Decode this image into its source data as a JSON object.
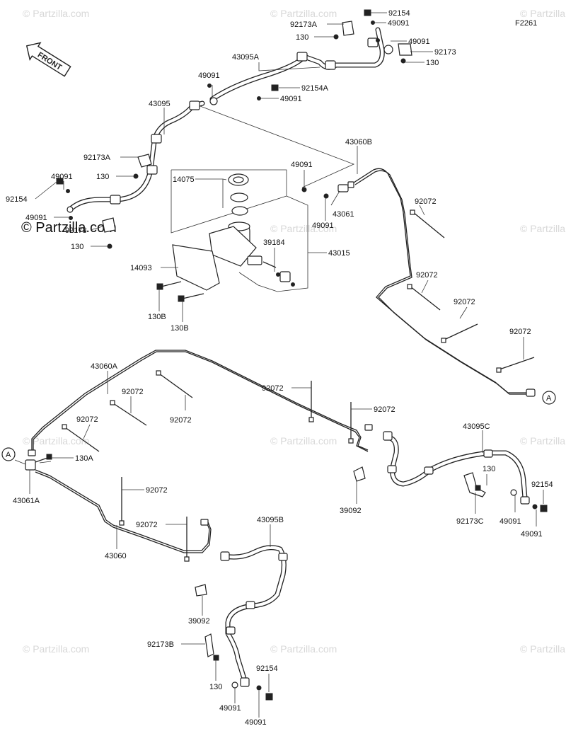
{
  "figure_code": "F2261",
  "front_label": "FRONT",
  "watermark": "© Partzilla.com",
  "watermark_short": "© Partzilla.com",
  "callout_a": "A",
  "labels": {
    "p92154_top": "92154",
    "p92173A_top": "92173A",
    "p130_top_left": "130",
    "p49091_top_right": "49091",
    "p49091_top_right2": "49091",
    "p92173_top_right": "92173",
    "p130_top_right": "130",
    "p43095A": "43095A",
    "p49091_mid": "49091",
    "p92154A": "92154A",
    "p49091_mid2": "49091",
    "p43095": "43095",
    "p92173A_left": "92173A",
    "p130_left": "130",
    "p49091_left": "49091",
    "p92154_left": "92154",
    "p49091_left2": "49091",
    "p92173_left": "92173",
    "p130_left2": "130",
    "p14075": "14075",
    "p49091_center": "49091",
    "p43060B": "43060B",
    "p43061": "43061",
    "p49091_center2": "49091",
    "p39184": "39184",
    "p43015": "43015",
    "p14093": "14093",
    "p130B_a": "130B",
    "p130B_b": "130B",
    "p92072_r1": "92072",
    "p92072_r2": "92072",
    "p92072_r3": "92072",
    "p92072_r4": "92072",
    "p43060A": "43060A",
    "p92072_a": "92072",
    "p92072_b": "92072",
    "p92072_c": "92072",
    "p92072_d": "92072",
    "p92072_e": "92072",
    "p130A": "130A",
    "p43061A": "43061A",
    "p92072_f": "92072",
    "p92072_g": "92072",
    "p43060": "43060",
    "p43095C": "43095C",
    "p130_c": "130",
    "p92154_c": "92154",
    "p39092_c": "39092",
    "p92173C": "92173C",
    "p49091_c1": "49091",
    "p49091_c2": "49091",
    "p43095B": "43095B",
    "p39092_b": "39092",
    "p92173B": "92173B",
    "p130_b": "130",
    "p92154_b": "92154",
    "p49091_b1": "49091",
    "p49091_b2": "49091"
  }
}
